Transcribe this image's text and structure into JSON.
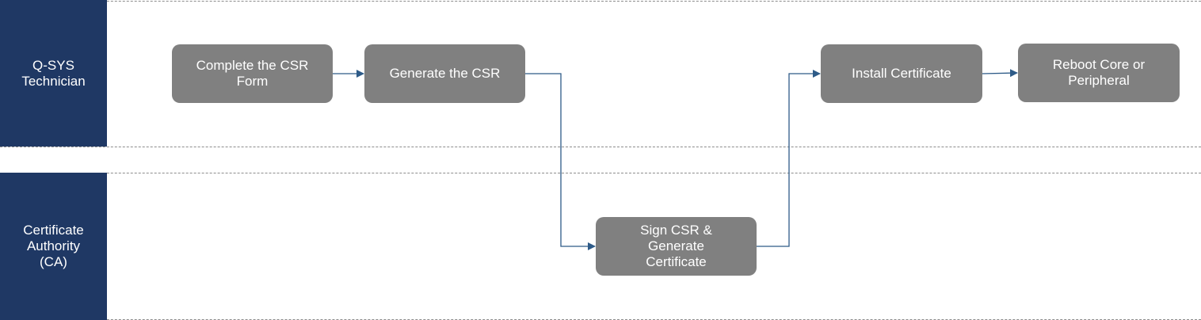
{
  "lanes": [
    {
      "label": "Q-SYS\nTechnician"
    },
    {
      "label": "Certificate\nAuthority\n(CA)"
    }
  ],
  "steps": [
    {
      "label": "Complete the CSR\nForm"
    },
    {
      "label": "Generate the CSR"
    },
    {
      "label": "Sign CSR &\nGenerate\nCertificate"
    },
    {
      "label": "Install Certificate"
    },
    {
      "label": "Reboot Core or\nPeripheral"
    }
  ],
  "colors": {
    "lane_header": "#1f3864",
    "step_box": "#808080",
    "connector": "#2e5b88",
    "divider": "#8c8c8c"
  }
}
